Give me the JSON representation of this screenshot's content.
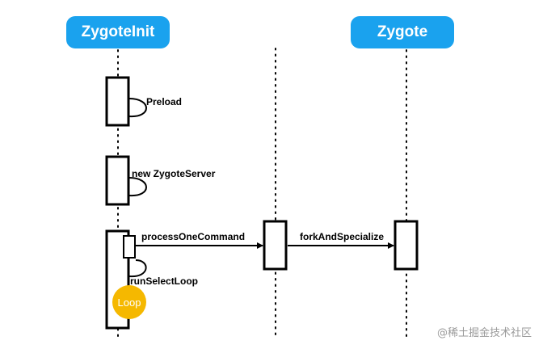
{
  "participants": {
    "zygoteinit": "ZygoteInit",
    "zygote": "Zygote"
  },
  "messages": {
    "preload": "Preload",
    "new_server": "new ZygoteServer",
    "process_one_command": "processOneCommand",
    "run_select_loop": "runSelectLoop",
    "fork_and_specialize": "forkAndSpecialize"
  },
  "loop_label": "Loop",
  "watermark": "@稀土掘金技术社区",
  "colors": {
    "actor": "#1aa2ee",
    "loop": "#f5b800",
    "line": "#000000"
  }
}
